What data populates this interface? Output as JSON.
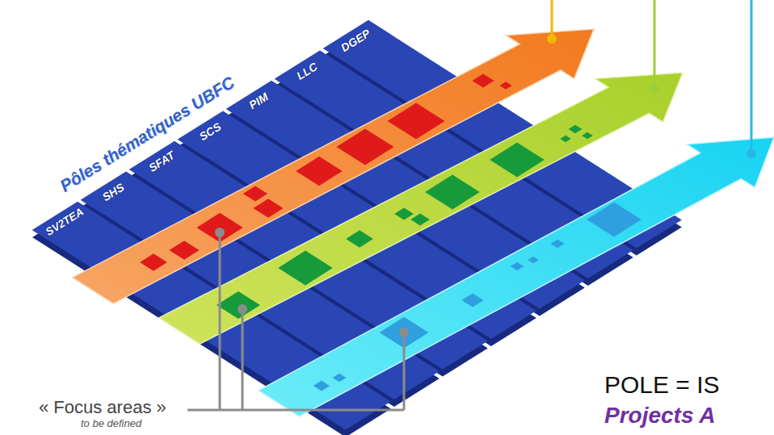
{
  "diagram": {
    "nodes": [
      {
        "text": [
          "SV2TEA"
        ]
      },
      {
        "text": [
          "SHS"
        ]
      },
      {
        "text": [
          "SFAT"
        ]
      },
      {
        "text": [
          "SCS"
        ]
      },
      {
        "text": [
          "PIM"
        ]
      },
      {
        "text": [
          "LLC"
        ]
      },
      {
        "text": [
          "DGEP"
        ]
      }
    ],
    "labels": [
      "Pôles thématiques UBFC",
      "« Focus areas »",
      "to be defined",
      "POLE = IS",
      "Projects A"
    ]
  }
}
